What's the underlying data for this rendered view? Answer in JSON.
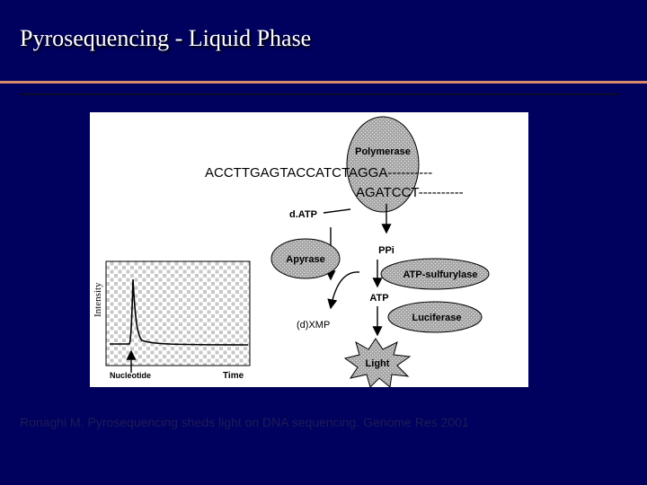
{
  "slide": {
    "title": "Pyrosequencing - Liquid Phase",
    "citation": "Ronaghi M. Pyrosequencing sheds light on DNA sequencing. Genome Res 2001"
  },
  "diagram": {
    "polymerase": "Polymerase",
    "template_strand": "ACCTTGAGTACCATCTAGGA----------",
    "primer_strand": "AGATCCT----------",
    "datp": "d.ATP",
    "apyrase": "Apyrase",
    "ppi": "PPi",
    "atp_sulfurylase": "ATP-sulfurylase",
    "atp": "ATP",
    "dxmp": "(d)XMP",
    "luciferase": "Luciferase",
    "light": "Light"
  },
  "graph": {
    "ylabel": "Intensity",
    "xlabel": "Time",
    "marker_label": "Nucleotide"
  },
  "colors": {
    "background": "#00005e",
    "title": "#ffffff",
    "accent_rule": "#d98a6a",
    "citation": "#1c1c55",
    "ellipse_fill": "#a8a8a8"
  }
}
